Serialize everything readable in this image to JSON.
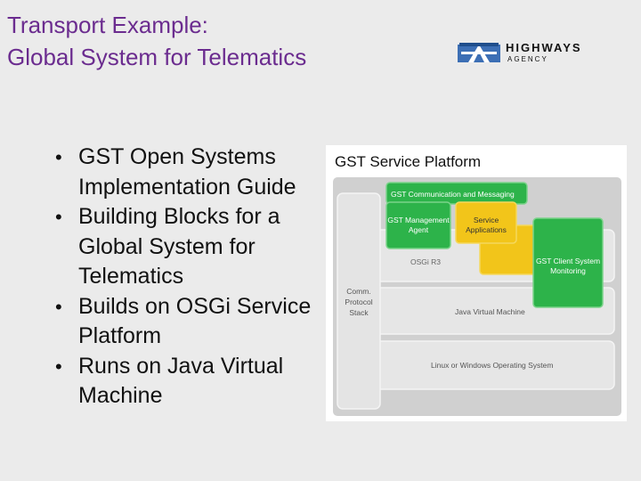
{
  "slide": {
    "title_line1": "Transport Example:",
    "title_line2": "Global System for Telematics"
  },
  "logo": {
    "name": "HIGHWAYS",
    "sub": "AGENCY",
    "icon": "highways-agency-logo-icon"
  },
  "bullets": [
    "GST Open Systems Implementation Guide",
    "Building Blocks for a Global System for Telematics",
    "Builds on OSGi Service Platform",
    "Runs on Java Virtual Machine"
  ],
  "diagram": {
    "title": "GST Service Platform",
    "comm_messaging": "GST Communication and Messaging",
    "mgmt_agent_1": "GST Management",
    "mgmt_agent_2": "Agent",
    "service_apps_1": "Service",
    "service_apps_2": "Applications",
    "client_mon_1": "GST Client System",
    "client_mon_2": "Monitoring",
    "osgi": "OSGi R3",
    "comm_protocol_1": "Comm.",
    "comm_protocol_2": "Protocol",
    "comm_protocol_3": "Stack",
    "jvm": "Java Virtual Machine",
    "os": "Linux or Windows Operating System",
    "colors": {
      "green": "#2db34a",
      "yellow": "#f2c51a",
      "layer": "#dcdcdc",
      "frame": "#c8c8c8"
    }
  }
}
